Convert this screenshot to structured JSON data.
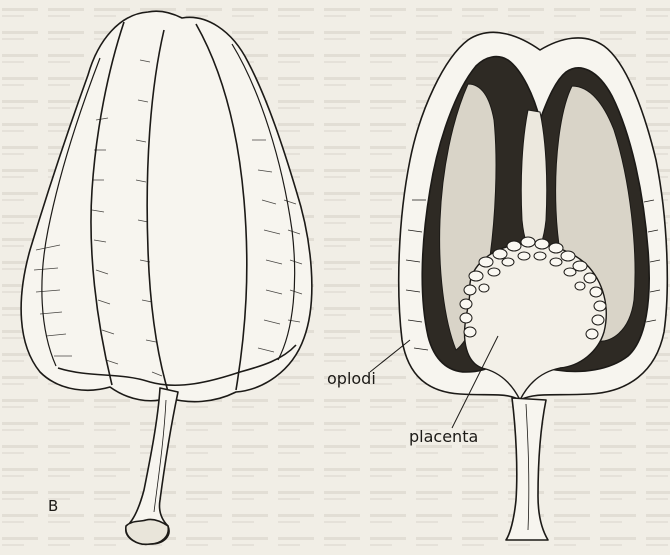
{
  "figure": {
    "panel_label": "B",
    "labels": {
      "pericarp": "oplodi",
      "placenta": "placenta"
    }
  },
  "colors": {
    "paper": "#f1eee6",
    "ink": "#1c1a17",
    "bg_text": "#cfcac0"
  }
}
